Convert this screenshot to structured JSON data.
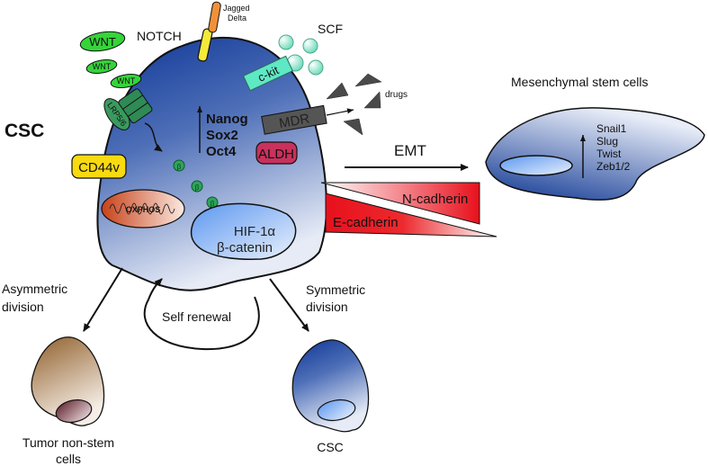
{
  "diagram": {
    "title": "CSC",
    "main_cell": {
      "receptors": {
        "notch": "NOTCH",
        "notch_ligand_line1": "Jagged",
        "notch_ligand_line2": "Delta",
        "scf": "SCF",
        "ckit": "c-kit",
        "wnt_labels": [
          "WNT",
          "WNT",
          "WNT"
        ],
        "lrp": "LRP5/6",
        "cd44v": "CD44v",
        "mdr": "MDR",
        "aldh": "ALDH",
        "drugs": "drugs"
      },
      "factors": [
        "Nanog",
        "Sox2",
        "Oct4"
      ],
      "oxphos": "OXPHOS",
      "beta": "β",
      "nucleus_line1": "HIF-1α",
      "nucleus_line2": "β-catenin"
    },
    "emt": {
      "label": "EMT",
      "n_cadherin": "N-cadherin",
      "e_cadherin": "E-cadherin"
    },
    "mesenchymal": {
      "title": "Mesenchymal stem cells",
      "factors": [
        "Snail1",
        "Slug",
        "Twist",
        "Zeb1/2"
      ]
    },
    "divisions": {
      "asym_line1": "Asymmetric",
      "asym_line2": "division",
      "sym_line1": "Symmetric",
      "sym_line2": "division",
      "self_renewal": "Self renewal",
      "tumor_line1": "Tumor non-stem",
      "tumor_line2": "cells",
      "csc_daughter": "CSC"
    },
    "colors": {
      "cell_dark": "#13399a",
      "cell_light": "#dfe6f4",
      "wnt": "#35d43a",
      "lrp": "#2f8a55",
      "notch": "#f5ea3a",
      "jagged": "#f0913a",
      "ckit": "#5fe8c4",
      "mdr": "#555555",
      "aldh": "#c8325c",
      "cd44v": "#f7da10",
      "cadherin": "#e8101c"
    }
  }
}
